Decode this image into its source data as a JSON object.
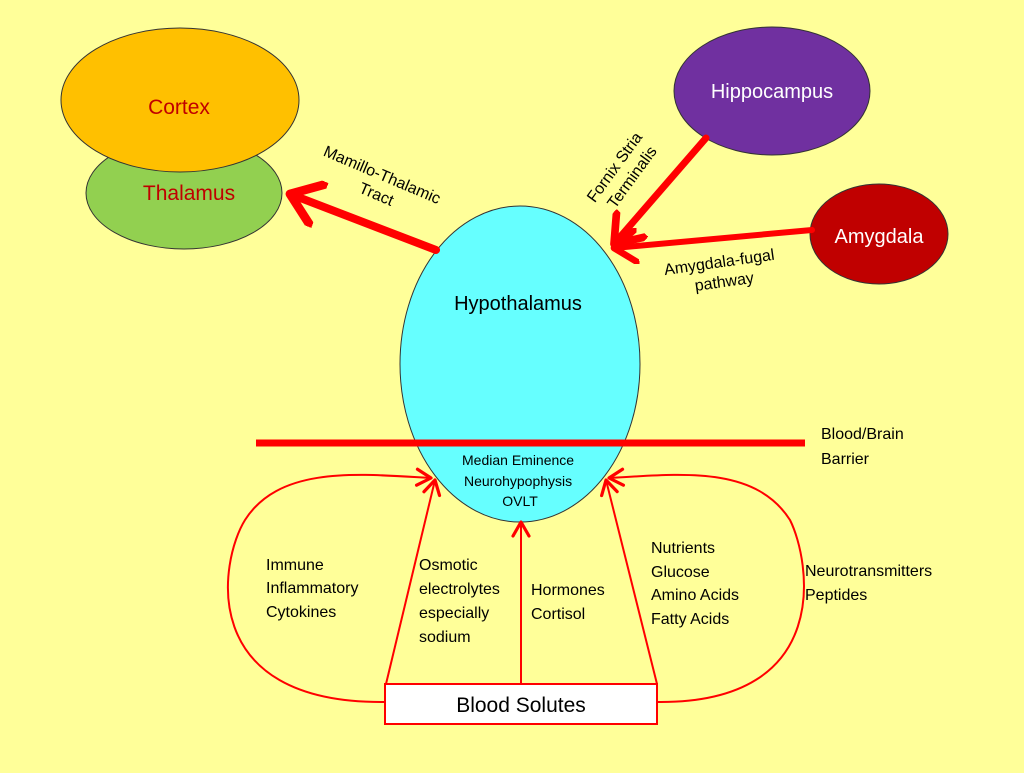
{
  "colors": {
    "background": "#ffff99",
    "arrow": "#ff0000",
    "cortex": "#ffc000",
    "thalamus": "#92d050",
    "hypothalamus": "#66ffff",
    "hippocampus": "#7030a0",
    "amygdala": "#c00000",
    "label_red": "#c00000"
  },
  "nodes": {
    "cortex": "Cortex",
    "thalamus": "Thalamus",
    "hippocampus": "Hippocampus",
    "amygdala": "Amygdala",
    "hypothalamus": "Hypothalamus",
    "median_eminence": [
      "Median Eminence",
      "Neurohypophysis",
      "OVLT"
    ],
    "blood_solutes": "Blood Solutes"
  },
  "pathways": {
    "mamillo_thalamic": [
      "Mamillo-Thalamic",
      "Tract"
    ],
    "fornix": [
      "Fornix Stria",
      "Terminalis"
    ],
    "amygdala_fugal": [
      "Amygdala-fugal",
      "pathway"
    ]
  },
  "barrier_label": [
    "Blood/Brain",
    "Barrier"
  ],
  "solute_groups": {
    "immune": [
      "Immune",
      "Inflammatory",
      "Cytokines"
    ],
    "osmotic": [
      "Osmotic",
      "electrolytes",
      "especially",
      "sodium"
    ],
    "hormones": [
      "Hormones",
      "Cortisol"
    ],
    "nutrients": [
      "Nutrients",
      "Glucose",
      "Amino Acids",
      "Fatty Acids"
    ],
    "neurotransmitters": [
      "Neurotransmitters",
      "Peptides"
    ]
  }
}
